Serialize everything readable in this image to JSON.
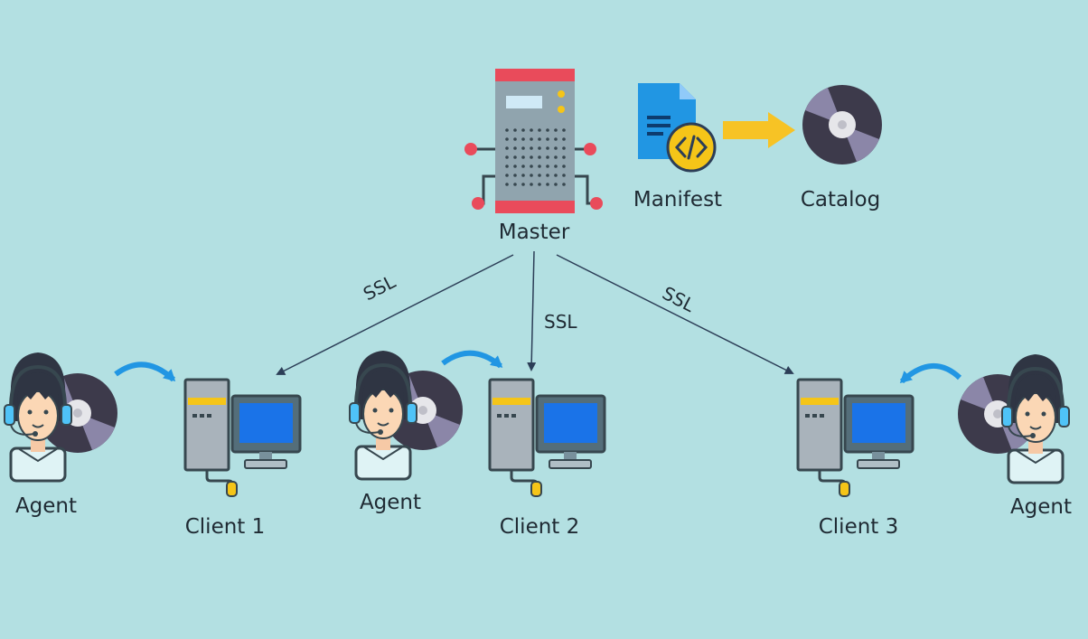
{
  "labels": {
    "master": "Master",
    "manifest": "Manifest",
    "catalog": "Catalog",
    "ssl_left": "SSL",
    "ssl_middle": "SSL",
    "ssl_right": "SSL",
    "client_1": "Client 1",
    "client_2": "Client 2",
    "client_3": "Client 3",
    "agent_1": "Agent",
    "agent_2": "Agent",
    "agent_3": "Agent"
  },
  "colors": {
    "background": "#b3e0e2",
    "connector": "#2c3e57",
    "arrow_yellow": "#f7c325",
    "curved_arrow": "#2196e3",
    "server_red": "#e94b5b",
    "server_body": "#90a4ae",
    "pc_screen": "#1a73e8",
    "disc": "#3d3a4b"
  }
}
